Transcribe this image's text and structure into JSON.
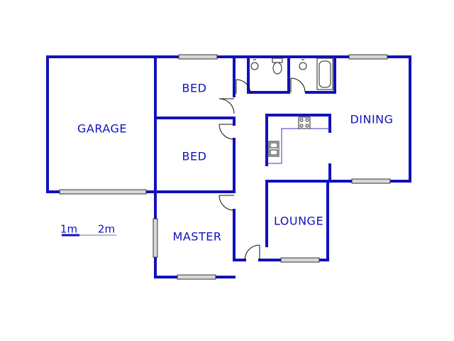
{
  "rooms": {
    "garage": "GARAGE",
    "bed_top": "BED",
    "bed_middle": "BED",
    "master": "MASTER",
    "dining": "DINING",
    "lounge": "LOUNGE"
  },
  "scale": {
    "mark_1": "1m",
    "mark_2": "2m"
  },
  "colors": {
    "walls": "#1111bb",
    "labels": "#1111bb",
    "windows": "#d8d8d8"
  }
}
